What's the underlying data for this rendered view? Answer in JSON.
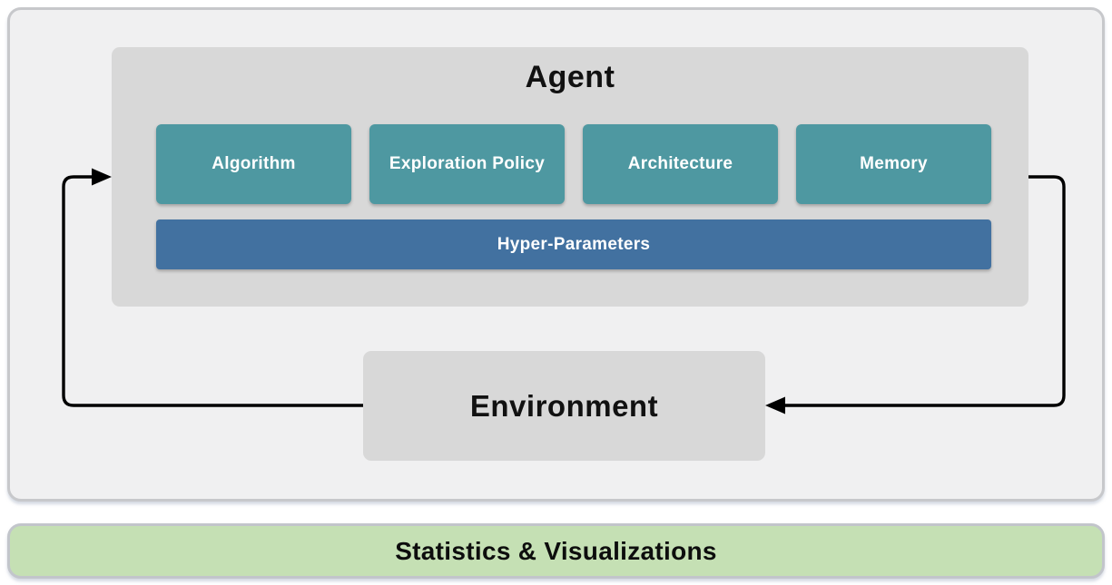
{
  "agent": {
    "title": "Agent",
    "modules": [
      {
        "id": "algorithm",
        "label": "Algorithm"
      },
      {
        "id": "exploration-policy",
        "label": "Exploration Policy"
      },
      {
        "id": "architecture",
        "label": "Architecture"
      },
      {
        "id": "memory",
        "label": "Memory"
      }
    ],
    "hyper_parameters_label": "Hyper-Parameters"
  },
  "environment": {
    "label": "Environment"
  },
  "footer": {
    "label": "Statistics & Visualizations"
  },
  "arrows": [
    {
      "name": "environment-to-agent",
      "description": "loop from Environment left side up into Agent"
    },
    {
      "name": "agent-to-environment",
      "description": "loop from Agent right side down into Environment"
    }
  ],
  "colors": {
    "module_teal": "#4e98a1",
    "hyper_parameters_blue": "#4271a0",
    "container_gray": "#d8d8d8",
    "panel_background": "#f0f0f1",
    "panel_border": "#c7c8cb",
    "footer_green": "#c5e0b4",
    "arrow_black": "#000000",
    "text_dark": "#111111",
    "text_light": "#ffffff"
  }
}
